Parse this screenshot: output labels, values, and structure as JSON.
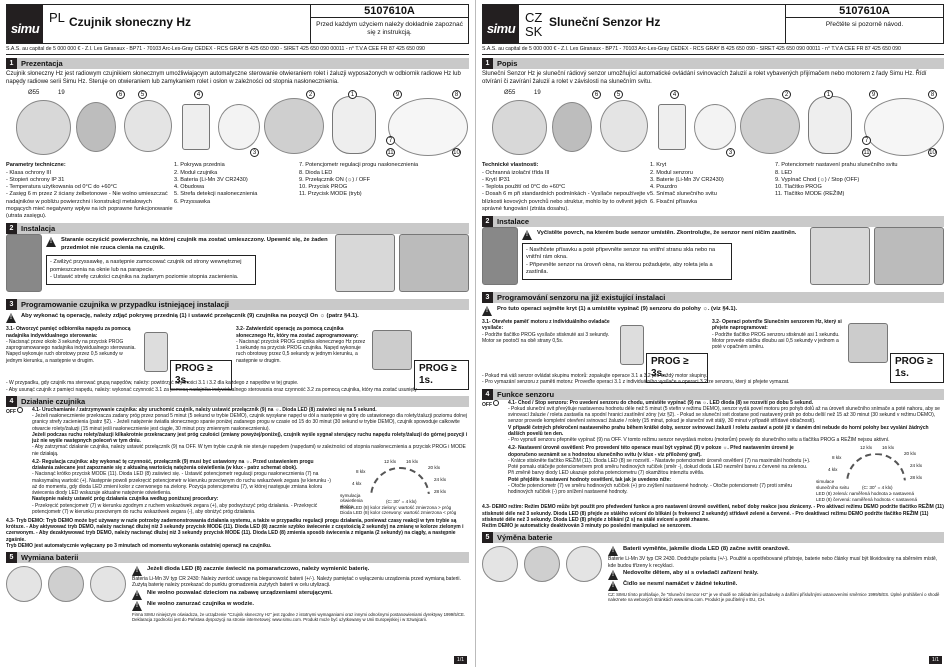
{
  "colors": {
    "logo_bg": "#231f20",
    "section_bg": "#c9c9c9"
  },
  "left": {
    "logo": "simu",
    "lang": "PL",
    "title": "Czujnik słoneczny Hz",
    "doc_no": "5107610A",
    "doc_note": "Przed każdym użyciem należy dokładnie zapoznać się z instrukcją.",
    "sas": "S.A.S. au capital de 5 000 000 € - Z.I. Les Giranaux - BP71 - 70103 Arc-Les-Gray CEDEX - RCS GRAY B 425 650 090 - SIRET 425 650 090 00011 - n° T.V.A CEE FR 87 425 650 090",
    "s1": {
      "num": "1",
      "title": "Prezentacja",
      "text": "Czujnik słoneczny Hz jest radiowym czujnikiem słonecznym umożliwiającym automatyczne sterowanie otwieraniem rolet i żaluzji wyposażonych w odbiornik radiowe Hz lub napędy radiowe serii Simu Hz. Steruje on otwieraniem lub zamykaniem rolet i osłon w zależności od stopnia nasłonecznienia."
    },
    "dims": [
      "Ø55",
      "19"
    ],
    "specs_title": "Parametry techniczne:",
    "specs": [
      "- Klasa ochrony III",
      "- Stopień ochrony IP 31",
      "- Temperatura użytkowania od 0°C do +60°C",
      "- Zasięg 6 m przez 2 ściany żelbetonowe - Nie wolno umieszczać nadajników w pobliżu powierzchni i konstrukcji metalowych mogących mieć negatywny wpływ na ich poprawne funkcjonowanie (utrata zasięgu)."
    ],
    "parts_a": [
      "1. Pokrywa przednia",
      "2. Moduł czujnika",
      "3. Bateria (Li-Mn 3V CR2430)",
      "4. Obudowa",
      "5. Strefa detekcji nasłonecznienia",
      "6. Przyssawka"
    ],
    "parts_b": [
      "7. Potencjometr regulacji progu nasłonecznienia",
      "8. Dioda LED",
      "9. Przełącznik ON (☼) / OFF",
      "10. Przycisk PROG",
      "11. Przycisk MODE (tryb)"
    ],
    "s2": {
      "num": "2",
      "title": "Instalacja"
    },
    "s2_warn": "Staranie oczyścić powierzchnię, na której czujnik ma zostać umieszczony. Upewnić się, że żaden przedmiot nie rzuca cienia na czujnik.",
    "s2_steps": [
      "- Zwilżyć przyssawkę, a następnie zamocować czujnik od strony wewnętrznej pomieszczenia na oknie lub na parapecie.",
      "- Ustawić strefę czułości czujnika na żądanym poziomie stopnia zacienienia."
    ],
    "s3": {
      "num": "3",
      "title": "Programowanie czujnika w przypadku istniejącej instalacji"
    },
    "s3_warn": "Aby wykonać tą operację, należy zdjąć pokrywę przednią (1) i ustawić przełącznik (9) czujnika na pozycji On ☼ (patrz §4.1).",
    "s3_step1": "3.1- Otworzyć pamięć odbiornika napędu za pomocą nadajnika indywidualnego sterowania:",
    "s3_step1_text": "- Nacisnąć przez około 3 sekundy na przycisk PROG zaprogramowanego nadajnika indywidualnego sterowania. Napęd wykonuje ruch obrotowy przez 0,5 sekundy w jednym kierunku, a następnie w drugim.",
    "prog3": "PROG ≥ 3s.",
    "s3_step2": "3.2- Zatwierdzić operację za pomocą czujnika słonecznego Hz, który ma zostać zaprogramowany:",
    "s3_step2_text": "- Nacisnąć przycisk PROG czujnika słonecznego Hz przez 1 sekundę na przycisk PROG czujnika. Napęd wykonuje ruch obrotowy przez 0,5 sekundy w jednym kierunku, a następnie w drugim.",
    "prog1": "PROG ≥ 1s.",
    "s3_note": "- W przypadku, gdy czujnik ma sterować grupą napędów, należy: powtórzyć czynności 3.1 i 3.2 dla każdego z napędów w tej grupie.\n- Aby usunąć czujnik z pamięci napędu, należy: wykonać czynność 3.1 za pomocą nadajnika indywidualnego sterowania oraz czynność 3.2 za pomocą czujnika, który ma zostać usunięty",
    "s4": {
      "num": "4",
      "title": "Działanie czujnika"
    },
    "s4_1": "4.1- Uruchamianie / zatrzymywanie czujnika: aby uruchomić czujnik, należy ustawić przełącznik (9) na ☼. Dioda LED (8) zaświeci się na 5 sekund.",
    "s4_1_text": "- Jeżeli nasłonecznienie przekracza zadany próg przez ponad 5 minut (5 sekund w trybie DEMO), czujnik wysyłane napęd w dół a następnie w górę do ustawionego dla rolety/żaluzji poziomu dolnej granicy strefy zacienienia (patrz §2). - Jeżeli natężenie światła słonecznego spanie poniżej zadanego progu w czasie od 15 do 30 minut (30 sekund w trybie DEMO), czujnik spowoduje całkowite otwarcie rolety/żaluzji (15 minut jeśli nasłonecznienie jest ciągłe, 30 minut przy zmiennym nasłonecznieniu).",
    "s4_1_bold": "Jeżeli podczas ruchu rolety/żaluzji kilkakrotnie przekraczany jest próg czułości (zmiany powyżej/poniżej), czujnik wyśle sygnał sterujący ruchu napędu rolety/żaluzji do górnej pozycji i już nie wyśle następnych poleceń w tym dniu.",
    "s4_1_off": "- Aby zatrzymać działanie czujnika, należy ustawić przełącznik (9) na OFF. W tym trybie czujnik nie steruje napędem (napędami) w zależności od stopnia nasłonecznienia a przycisk PROG i MODE nie działają.",
    "s4_2": "4.2- Regulacja czujnika: aby wykonać tę czynność, przełącznik (9) musi być ustawiony na ☼. Przed ustawieniem progu działania zalecane jest zapoznanie się z aktualną wartością natężenia oświetlenia (w klux - patrz schemat obok).",
    "s4_2_text": "- Nacisnąć krótko przycisk MODE (11). Dioda LED (8) zaświeci się. - Ustawić potencjometr regulacji progu nasłonecznienia (7) na maksymalną wartość (+). Następnie powoli przekręcić potencjometr w kierunku przeciwnym do ruchu wskazówek zegara (w kierunku -) aż do momentu, gdy dioda LED zmieni kolor z czerwonego na zielony. Pozycja potencjometru (7), w której następuje zmiana koloru świecenia diody LED wskazuje aktualne natężenie oświetlenia.",
    "s4_2_bold": "Następnie należy ustawić próg działania czujnika według poniższej procedury:",
    "s4_2_list": "- Przekręcić potencjometr (7) w kierunku zgodnym z ruchem wskazówek zegara (+), aby podwyższyć próg działania. - Przekręcić potencjometr (7) w kierunku przeciwnym do ruchu wskazówek zegara (-), aby obniżyć próg działania.",
    "dial_labels": [
      "12 klx",
      "16 klx",
      "20 klx",
      "8 klx",
      "24 klx",
      "4 klx",
      "28 klx"
    ],
    "dial_caption": "symulacja oświetlenia słońca",
    "dial_temp": "(C: 30° = 4 klx)",
    "led_green": "Dioda LED (8) kolor zielony: wartość zmierzona > próg",
    "led_red": "Dioda LED (8) kolor czerwony: wartość zmierzona < próg",
    "s4_3": "4.3- Tryb DEMO: Tryb DEMO może być używany w razie potrzeby zademonstrowania działania systemu, a także w przypadku regulacji progu działania, ponieważ czasy reakcji w tym trybie są krótsze. - Aby aktywować tryb DEMO, należy nacisnąć dłużej niż 3 sekundy przycisk MODE (11). Dioda LED (8) zacznie szybko świecenie z częstością 2 sekundy) na zmianę w kolorze zielonym i czerwonym. - Aby dezaktywować tryb DEMO, należy nacisnąć dłużej niż 3 sekundy przycisk MODE (11). Dioda LED (8) zmienia sposób świecenia z migania (2 sekundy) na ciągły, a następnie zgaśnie.",
    "s4_3_bold": "Tryb DEMO jest automatycznie wyłączany po 3 minutach od momentu wykonania ostatniej operacji na czujniku.",
    "s5": {
      "num": "5",
      "title": "Wymiana baterii"
    },
    "s5_warn": "Jeżeli dioda LED (8) zacznie świecić na pomarańczowo, należy wymienić baterię.",
    "s5_text": "Bateria Li-Mn 3V typ CR 2430: Należy zwrócić uwagę na biegunowość baterii (+/-). Należy pamiętać o wyłączeniu urządzenia przed wymianą baterii. Zużytą baterię należy przekazać do punktu gromadzenia zużytych baterii w celu utylizacji.",
    "s5_warn2": "Nie wolno pozwalać dzieciom na zabawę urządzeniami sterującymi.",
    "s5_warn3": "Nie wolno zanurzać czujnika w wodzie.",
    "s5_small": "Firma SIMU niniejszym oświadcza, że urządzenie \"Czujnik słoneczny Hz\" jest zgodne z istotnymi wymaganiami oraz innymi odnośnymi postanowieniami dyrektywy 1999/5/CE. Deklaracja zgodności jest do Państwa dyspozycji na stronie internetowej: www.simu.com. Produkt może być użytkowany w Unii Europejskiej i w Szwajcarii.",
    "page_no": "1/1"
  },
  "right": {
    "logo": "simu",
    "lang": "CZ SK",
    "title": "Sluneční Senzor Hz",
    "doc_no": "5107610A",
    "doc_note": "Přečtěte si pozorně návod.",
    "sas": "S.A.S. au capital de 5 000 000 € - Z.I. Les Giranaux - BP71 - 70103 Arc-Les-Gray CEDEX - RCS GRAY B 425 650 090 - SIRET 425 650 090 00011 - n° T.V.A CEE FR 87 425 650 090",
    "s1": {
      "num": "1",
      "title": "Popis",
      "text": "Sluneční Senzor Hz je sluneční rádiový senzor umožňující automatické ovládání svinovacích žaluzií a rolet vybavených přijímačem nebo motorem z řady Simu Hz. Řídí otvírání či zavírání žaluzií a rolet v závislosti na slunečním svitu."
    },
    "dims": [
      "Ø55",
      "19"
    ],
    "specs_title": "Technické vlastnosti:",
    "specs": [
      "- Ochranná izolační třída III",
      "- Krytí IP31",
      "- Teplota použití od 0°C do +60°C",
      "- Dosah 6 m při standardních podmínkách - Vysílače nepoužívejte v blízkosti kovových povrchů nebo struktur, mohlo by to ovlivnit jejich správné fungování (ztráta dosahu)."
    ],
    "parts_a": [
      "1. Kryt",
      "2. Modul senzoru",
      "3. Baterie (Li-Mn 3V CR2430)",
      "4. Pouzdro",
      "5. Snímač slunečního svitu",
      "6. Fixační přísavka"
    ],
    "parts_b": [
      "7. Potenciometr nastavení prahu slunečního svitu",
      "8. LED",
      "9. Vypínač Chod (☼) / Stop (OFF)",
      "10. Tlačítko PROG",
      "11. Tlačítko MODE (REŽIM)"
    ],
    "s2": {
      "num": "2",
      "title": "Instalace"
    },
    "s2_warn": "Vyčistěte povrch, na kterém bude senzor umístěn. Zkontrolujte, že senzor není ničím zastíněn.",
    "s2_steps": [
      "- Navlhčete přísavku a poté připevněte senzor na vnitřní stranu skla nebo na vnitřní rám okna.",
      "- Připevněte senzor na úroveň okna, na kterou požadujete, aby roleta jela a zastínila."
    ],
    "s3": {
      "num": "3",
      "title": "Programování senzoru na již existující instalaci"
    },
    "s3_warn": "Pro tuto operaci sejměte kryt (1) a umístěte vypínač (9) senzoru do polohy ☼. (viz §4.1).",
    "s3_step1": "3.1- Otevřete paměť motoru z individuálního ovladače vysílače:",
    "s3_step1_text": "- Podržte tlačítko PROG vysílače stisknuté asi 3 sekundy. Motor se pootočí na obě strany 0,5s.",
    "prog3": "PROG ≥ 3s.",
    "s3_step2": "3.2- Operaci potvrďte Slunečním senzorem Hz, který si přejete naprogramovat:",
    "s3_step2_text": "- Podržte tlačítko PROG senzoru stisknuté asi 1 sekundu. Motor provede otáčku dloubu asi 0,5 sekundy v jednom a poté v opačném směru.",
    "prog1": "PROG ≥ 1s.",
    "s3_note": "- Pokud má váš senzor ovládat skupinu motorů: zopakujte operace 3.1 a 3.2 pro každý motor skupiny.\n- Pro vymazání senzoru z paměti motoru: Proveďte operaci 3.1 z individuálního vysílače a operaci 3.2 ze senzoru, který si přejete vymazat.",
    "s4": {
      "num": "4",
      "title": "Funkce senzoru"
    },
    "s4_1": "4.1- Chod / Stop senzoru: Pro uvedení senzoru do chodu, umístěte vypínač (9) na ☼. LED dioda (8) se rozsvítí po dobu 5 sekund.",
    "s4_1_text": "- Pokud sluneční svit převýšuje nastavenou hodnotu déle než 5 minut (5 vteřin v režimu DEMO), senzor vydá povel motoru pro pohyb dolů až na úroveň slunečního snímače a poté nahoru, aby se svinovací žaluzie / roleta zastavila na spodní hranici zastínění zóny (viz §2). - Pokud se sluneční svit dostane pod nastavený práh po dobu delší než 15 až 30 minut (30 sekund v režimu DEMO), senzor provede kompletní otevření svinovací žaluzie / rolety (15 minut, pokud je sluneční svit stálý, 30 minut v případě střídavé oblačnosti).",
    "s4_1_bold": "V případě četných překročení nastaveného prahu během krátké doby, senzor svinovací žaluzii / roletu zastaví a poté již v daném dni nebude do horní polohy bez vyslání žádných dalších povelů ten den.",
    "s4_1_off": "- Pro vypnutí senzoru přepněte vypínač (9) na OFF. V tomto režimu senzor nevydává motoru (motorům) povely do slunečního svitu a tlačítka PROG a REŽIM nejsou aktivní.",
    "s4_2": "4.2- Nastavení úrovně osvětlení: Pro provedení této operace musí být vypínač (9) v poloze ☼. Před nastavením úrovně je doporučeno seznámit se s hodnotou slunečního svitu (v klux - viz přiložený graf).",
    "s4_2_text": "- Krátce stiskněte tlačítko REŽIM (11). Dioda LED (8) se rozsvítí. - Nastavte potenciometr úrovně osvětlení (7) na maximální hodnotu (+). Poté pomalu otáčejte potenciometrem proti směru hodinových ručiček (směr -), dokud dioda LED nezmění barvu z červené na zelenou. Při změně barvy diody LED ukazuje poloha potenciometru (7) okamžitou intenzitu světla.",
    "s4_2_bold": "Poté přejděte k nastavení hodnoty osvětlení, tak jak je uvedeno níže:",
    "s4_2_list": "- Otočte potenciometr (7) ve směru hodinových ručiček (+) pro zvýšení nastavené hodnoty. - Otočte potenciometr (7) proti směru hodinových ručiček (-) pro snížení nastavené hodnoty.",
    "dial_labels": [
      "12 klx",
      "16 klx",
      "20 klx",
      "8 klx",
      "24 klx",
      "4 klx",
      "28 klx"
    ],
    "dial_caption": "simulace slunečního svitu",
    "dial_temp": "(C: 30° = 4 klx)",
    "led_green": "LED (8) zelená: naměřená hodnota ≥ nastavená",
    "led_red": "LED (8) červená: naměřená hodnota < nastavená",
    "s4_3": "4.3- DEMO režim: Režim DEMO může být použit pro předvedení funkce a pro nastavení úrovně osvětlení, neboť doby reakce jsou zkráceny. - Pro aktivaci režimu DEMO podržte tlačítko REŽIM (11) stisknuté déle než 3 sekundy. Dioda LED (8) přejde ze stálého svícení do blikání (s frekvencí 2 sekundy) střídavě zelené a červené. - Pro deaktivaci režimu DEMO podržte tlačítko REŽIM (11) stisknuté déle než 3 sekundy. Dioda LED (8) přejde z blikání (2 s) na stálé svícení a poté zhasne.",
    "s4_3_bold": "Režim DEMO je automaticky deaktivován 3 minuty po poslední manipulaci se senzorem.",
    "s5": {
      "num": "5",
      "title": "Výměna baterie"
    },
    "s5_warn": "Baterii vyměňte, jakmile dioda LED (8) začne svítit oranžově.",
    "s5_text": "Baterie Li-Mn 3V typ CR 2430. Dodržujte polaritu (+/-). Použité a opotřebované přístroje, baterie nebo články musí být likvidovány na sběrném místě, kde budou třízeny k recyklaci.",
    "s5_warn2": "Nedovolte dětem, aby si s ovladači zařízení hrály.",
    "s5_warn3": "Čidlo se nesmí namáčet v žádné tekutině.",
    "s5_small": "CZ: SIMU tímto prohlašuje, že \"Sluneční Senzor Hz\" je ve shodě se základními požadavky a dalšími příslušnými ustanoveními směrnice 1999/5/ES. Úplné prohlášení o shodě naleznete na webových stránkách www.simu.com. Produkt je použitelný v EU, CH.",
    "page_no": "1/1"
  }
}
